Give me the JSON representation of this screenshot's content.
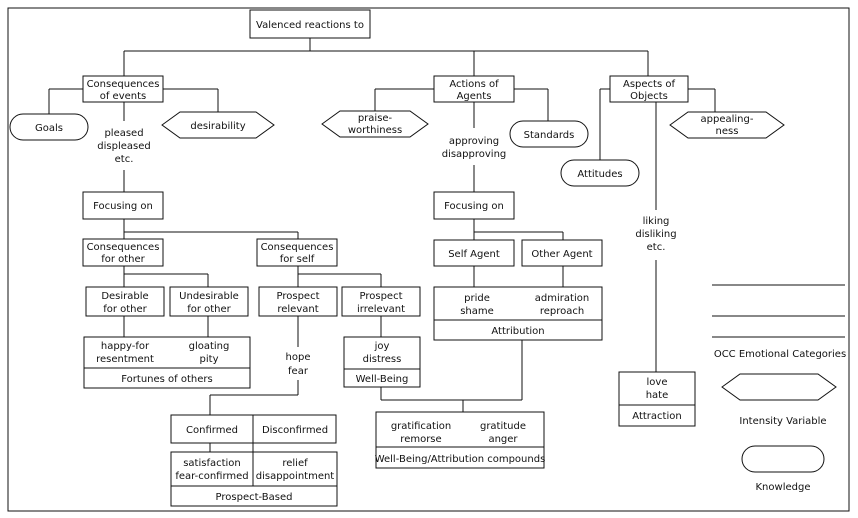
{
  "root": "Valenced reactions to",
  "branches": {
    "consequences_of_events": [
      "Consequences",
      "of events"
    ],
    "actions_of_agents": [
      "Actions of",
      "Agents"
    ],
    "aspects_of_objects": [
      "Aspects of",
      "Objects"
    ]
  },
  "knowledge": {
    "goals": "Goals",
    "standards": "Standards",
    "attitudes": "Attitudes"
  },
  "intensity": {
    "desirability": "desirability",
    "praiseworthiness": [
      "praise-",
      "worthiness"
    ],
    "appealingness": [
      "appealing-",
      "ness"
    ]
  },
  "reactions": {
    "events": [
      "pleased",
      "displeased",
      "etc."
    ],
    "agents": [
      "approving",
      "disapproving"
    ],
    "objects": [
      "liking",
      "disliking",
      "etc."
    ]
  },
  "focusing_on": "Focusing on",
  "events_tree": {
    "for_other": [
      "Consequences",
      "for other"
    ],
    "for_self": [
      "Consequences",
      "for self"
    ],
    "desirable": [
      "Desirable",
      "for other"
    ],
    "undesirable": [
      "Undesirable",
      "for other"
    ],
    "happy_for": [
      "happy-for",
      "resentment"
    ],
    "gloating": [
      "gloating",
      "pity"
    ],
    "fortunes": "Fortunes of others",
    "prospect_relevant": [
      "Prospect",
      "relevant"
    ],
    "prospect_irrelevant": [
      "Prospect",
      "irrelevant"
    ],
    "hope_fear": [
      "hope",
      "fear"
    ],
    "joy_distress": [
      "joy",
      "distress"
    ],
    "well_being": "Well-Being",
    "confirmed": "Confirmed",
    "disconfirmed": "Disconfirmed",
    "satisfaction": [
      "satisfaction",
      "fear-confirmed"
    ],
    "relief": [
      "relief",
      "disappointment"
    ],
    "prospect_based": "Prospect-Based"
  },
  "agents_tree": {
    "self_agent": "Self Agent",
    "other_agent": "Other Agent",
    "pride": [
      "pride",
      "shame"
    ],
    "admiration": [
      "admiration",
      "reproach"
    ],
    "attribution": "Attribution"
  },
  "compounds": {
    "gratification": [
      "gratification",
      "remorse"
    ],
    "gratitude": [
      "gratitude",
      "anger"
    ],
    "label": "Well-Being/Attribution compounds"
  },
  "objects_tree": {
    "love_hate": [
      "love",
      "hate"
    ],
    "attraction": "Attraction"
  },
  "legend": {
    "occ": "OCC Emotional Categories",
    "intensity": "Intensity Variable",
    "knowledge": "Knowledge"
  }
}
